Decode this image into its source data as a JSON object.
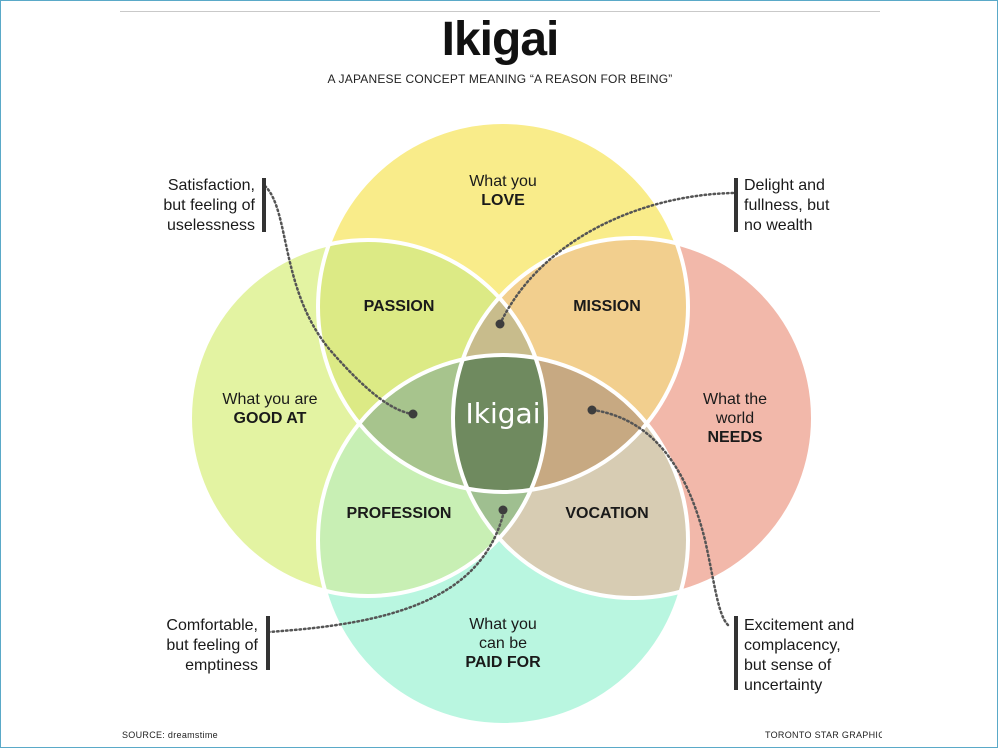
{
  "title": "Ikigai",
  "subtitle": "A JAPANESE CONCEPT MEANING “A REASON FOR BEING”",
  "circles": {
    "love": {
      "line1": "What you",
      "line2": "LOVE",
      "color": "#f9ec8a"
    },
    "good_at": {
      "line1": "What you are",
      "line2": "GOOD AT",
      "color": "#e3f3a2"
    },
    "needs": {
      "line1": "What the",
      "line2": "world",
      "line3": "NEEDS",
      "color": "#f2b8aa"
    },
    "paid_for": {
      "line1": "What you",
      "line2": "can be",
      "line3": "PAID FOR",
      "color": "#b9f6e0"
    }
  },
  "overlaps": {
    "passion": {
      "label": "PASSION",
      "color": "#dcea85"
    },
    "mission": {
      "label": "MISSION",
      "color": "#f2cf8e"
    },
    "profession": {
      "label": "PROFESSION",
      "color": "#c8efb4"
    },
    "vocation": {
      "label": "VOCATION",
      "color": "#d7ccb3"
    },
    "center": {
      "label": "Ikigai",
      "color": "#6f8a5f"
    },
    "triple_colors": {
      "top": "#c8bc8c",
      "left": "#a7c48d",
      "right": "#c7a982",
      "bottom": "#9fbf90"
    }
  },
  "notes": {
    "top_left": [
      "Satisfaction,",
      "but feeling of",
      "uselessness"
    ],
    "top_right": [
      "Delight and",
      "fullness, but",
      "no wealth"
    ],
    "bottom_left": [
      "Comfortable,",
      "but feeling of",
      "emptiness"
    ],
    "bottom_right": [
      "Excitement and",
      "complacency,",
      "but sense of",
      "uncertainty"
    ]
  },
  "footer": {
    "source": "SOURCE: dreamstime",
    "credit": "TORONTO STAR GRAPHIC"
  }
}
